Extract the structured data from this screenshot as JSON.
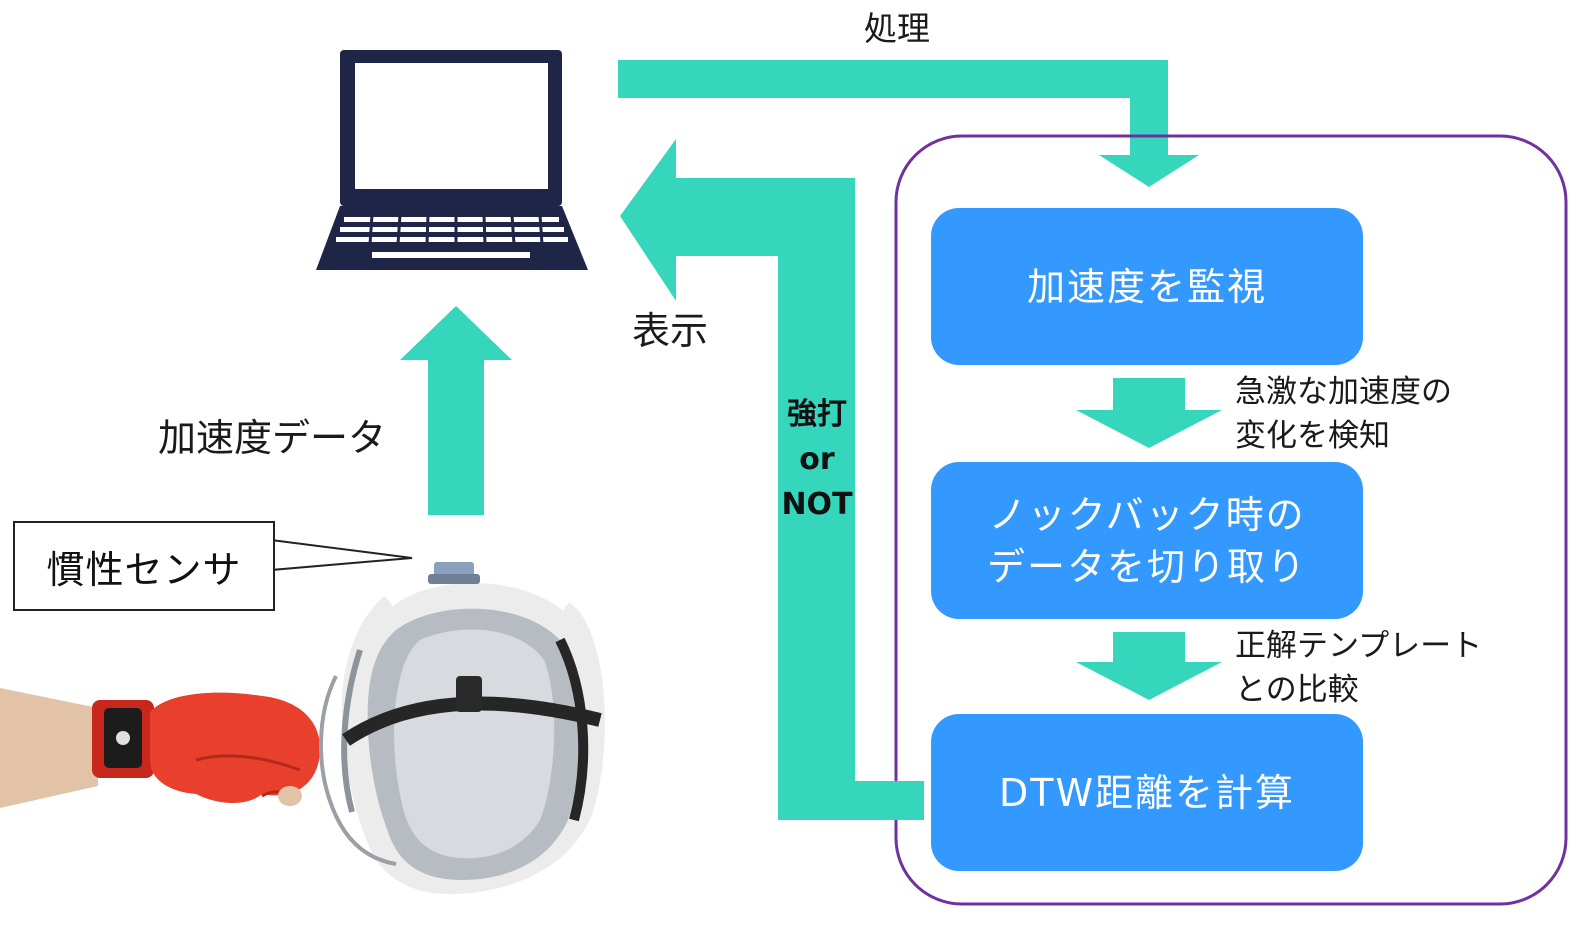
{
  "labels": {
    "process": "処理",
    "display": "表示",
    "acceleration_data": "加速度データ",
    "result_line1": "強打",
    "result_line2": "or",
    "result_line3": "NOT",
    "sensor_callout": "慣性センサ"
  },
  "flow_steps": {
    "monitor": "加速度を監視",
    "cut_line1": "ノックバック時の",
    "cut_line2": "データを切り取り",
    "dtw": "DTW距離を計算"
  },
  "transitions": {
    "detect_line1": "急激な加速度の",
    "detect_line2": "変化を検知",
    "compare_line1": "正解テンプレート",
    "compare_line2": "との比較"
  },
  "colors": {
    "arrow": "#36d6bc",
    "box": "#3399ff",
    "frame": "#7030a0",
    "laptop": "#1f2547",
    "glove": "#e8402c"
  }
}
